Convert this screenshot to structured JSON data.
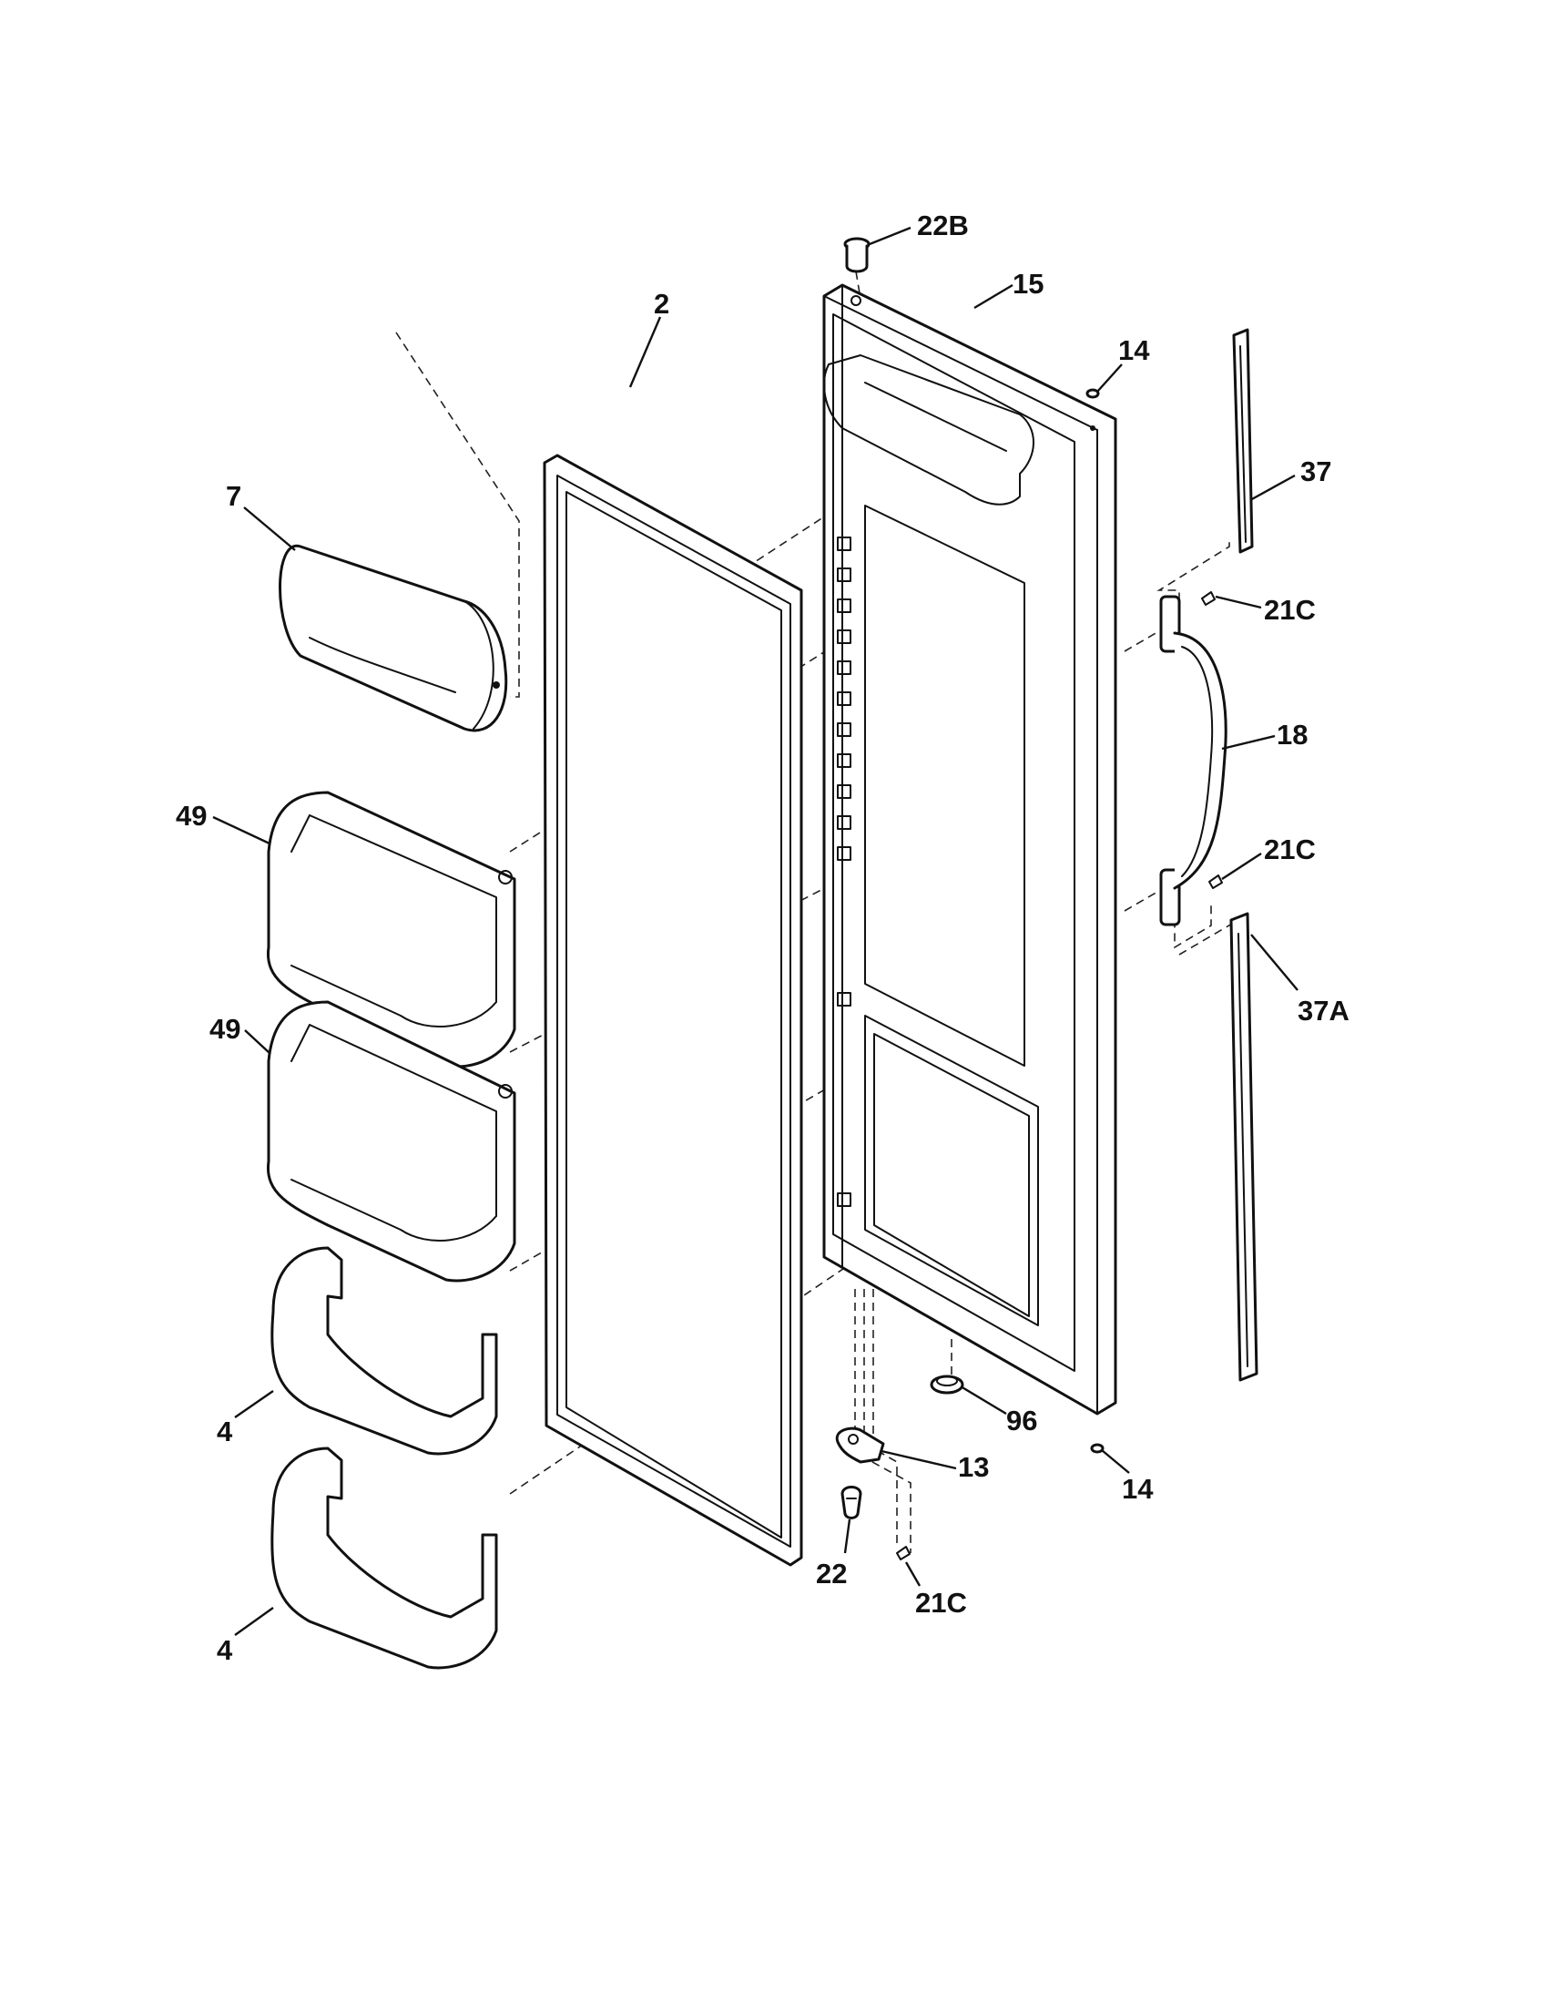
{
  "diagram": {
    "callouts": {
      "c22B": "22B",
      "c15": "15",
      "c14_top": "14",
      "c2": "2",
      "c7": "7",
      "c37": "37",
      "c21C_upper": "21C",
      "c18": "18",
      "c49_upper": "49",
      "c21C_middle": "21C",
      "c37A": "37A",
      "c49_lower": "49",
      "c96": "96",
      "c13": "13",
      "c14_bottom": "14",
      "c4_upper": "4",
      "c22": "22",
      "c21C_lower": "21C",
      "c4_lower": "4"
    }
  }
}
